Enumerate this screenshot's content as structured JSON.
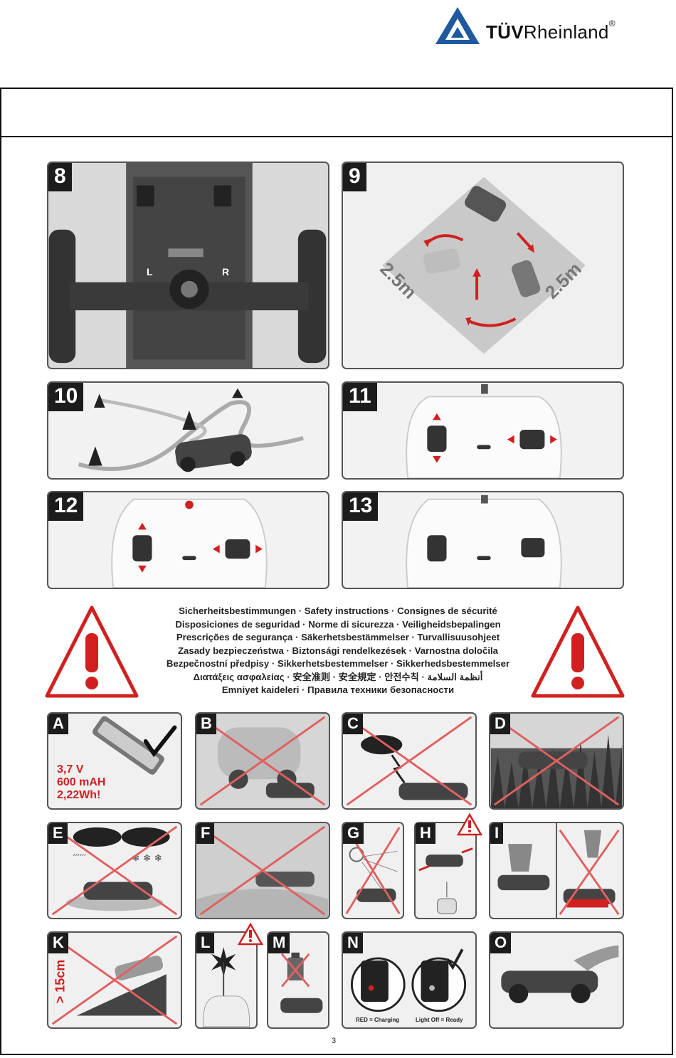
{
  "brand": {
    "name_bold": "TÜV",
    "name_regular": "Rheinland",
    "registered_mark": "®",
    "brand_color": "#1f5a9e"
  },
  "panels": {
    "p8": {
      "label": "8",
      "wheel_left": "L",
      "wheel_right": "R"
    },
    "p9": {
      "label": "9",
      "dimension_left": "2.5m",
      "dimension_right": "2.5m"
    },
    "p10": {
      "label": "10"
    },
    "p11": {
      "label": "11"
    },
    "p12": {
      "label": "12"
    },
    "p13": {
      "label": "13"
    }
  },
  "safety_lines": [
    "Sicherheitsbestimmungen · Safety instructions · Consignes de sécurité",
    "Disposiciones de seguridad · Norme di sicurezza · Veiligheidsbepalingen",
    "Prescrições de segurança · Säkerhetsbestämmelser · Turvallisuusohjeet",
    "Zasady bezpieczeństwa · Biztonsági rendelkezések · Varnostna določila",
    "Bezpečnostní předpisy · Sikkerhetsbestemmelser · Sikkerhedsbestemmelser",
    "Διατάξεις ασφαλείας · 安全准则 · 安全規定 · 안전수칙 · أنظمة السلامة",
    "Emniyet kaideleri · Правила техники безопасности"
  ],
  "warning_panels": {
    "A": {
      "label": "A",
      "spec_voltage": "3,7 V",
      "spec_capacity": "600 mAH",
      "spec_energy": "2,22Wh!"
    },
    "B": {
      "label": "B"
    },
    "C": {
      "label": "C"
    },
    "D": {
      "label": "D"
    },
    "E": {
      "label": "E"
    },
    "F": {
      "label": "F"
    },
    "G": {
      "label": "G"
    },
    "H": {
      "label": "H"
    },
    "I": {
      "label": "I"
    },
    "K": {
      "label": "K",
      "height_limit": "> 15cm"
    },
    "L": {
      "label": "L"
    },
    "M": {
      "label": "M"
    },
    "N": {
      "label": "N",
      "caption_charging": "RED = Charging",
      "caption_ready": "Light Off = Ready"
    },
    "O": {
      "label": "O"
    }
  },
  "page_number": "3",
  "colors": {
    "warning_red": "#d02020",
    "badge_bg": "#1c1c1c",
    "frame": "#111111"
  }
}
